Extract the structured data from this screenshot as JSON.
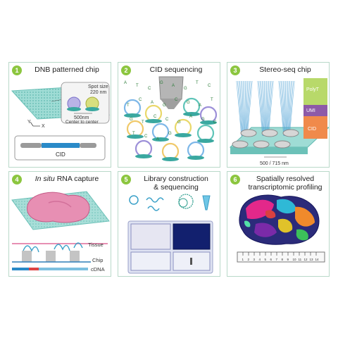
{
  "panels": [
    {
      "num": "1",
      "title": "DNB patterned chip",
      "labels": {
        "spot_size": "Spot size",
        "spot_size_value": "220 nm",
        "pitch": "500nm",
        "pitch_desc": "Center to center",
        "cid": "CID",
        "axis_x": "X",
        "axis_y": "Y"
      }
    },
    {
      "num": "2",
      "title": "CID sequencing",
      "labels": {
        "bases": [
          "A",
          "T",
          "C",
          "G",
          "A",
          "G",
          "T",
          "C",
          "T",
          "C",
          "A",
          "G",
          "C",
          "G",
          "A",
          "T",
          "G",
          "T",
          "C",
          "C",
          "G",
          "A",
          "G",
          "C",
          "T",
          "C",
          "A",
          "G"
        ]
      }
    },
    {
      "num": "3",
      "title": "Stereo-seq chip",
      "labels": {
        "polyt": "PolyT",
        "umi": "UMI",
        "cid": "CID",
        "pitch": "500 / 715 nm"
      }
    },
    {
      "num": "4",
      "title_italic": "In situ",
      "title_rest": " RNA capture",
      "labels": {
        "tissue": "Tissue",
        "chip": "Chip",
        "cdna": "cDNA"
      }
    },
    {
      "num": "5",
      "title_line1": "Library construction",
      "title_line2": "& sequencing"
    },
    {
      "num": "6",
      "title_line1": "Spatially resolved",
      "title_line2": "transcriptomic profiling",
      "labels": {
        "ruler": [
          "1",
          "2",
          "3",
          "4",
          "5",
          "6",
          "7",
          "8",
          "9",
          "10",
          "11",
          "12",
          "13",
          "14"
        ]
      }
    }
  ],
  "colors": {
    "border": "#b9d9c9",
    "badge": "#8cc63f",
    "chip": "#8fd6cf",
    "tissue": "#e78fb3",
    "navy": "#12206e"
  }
}
